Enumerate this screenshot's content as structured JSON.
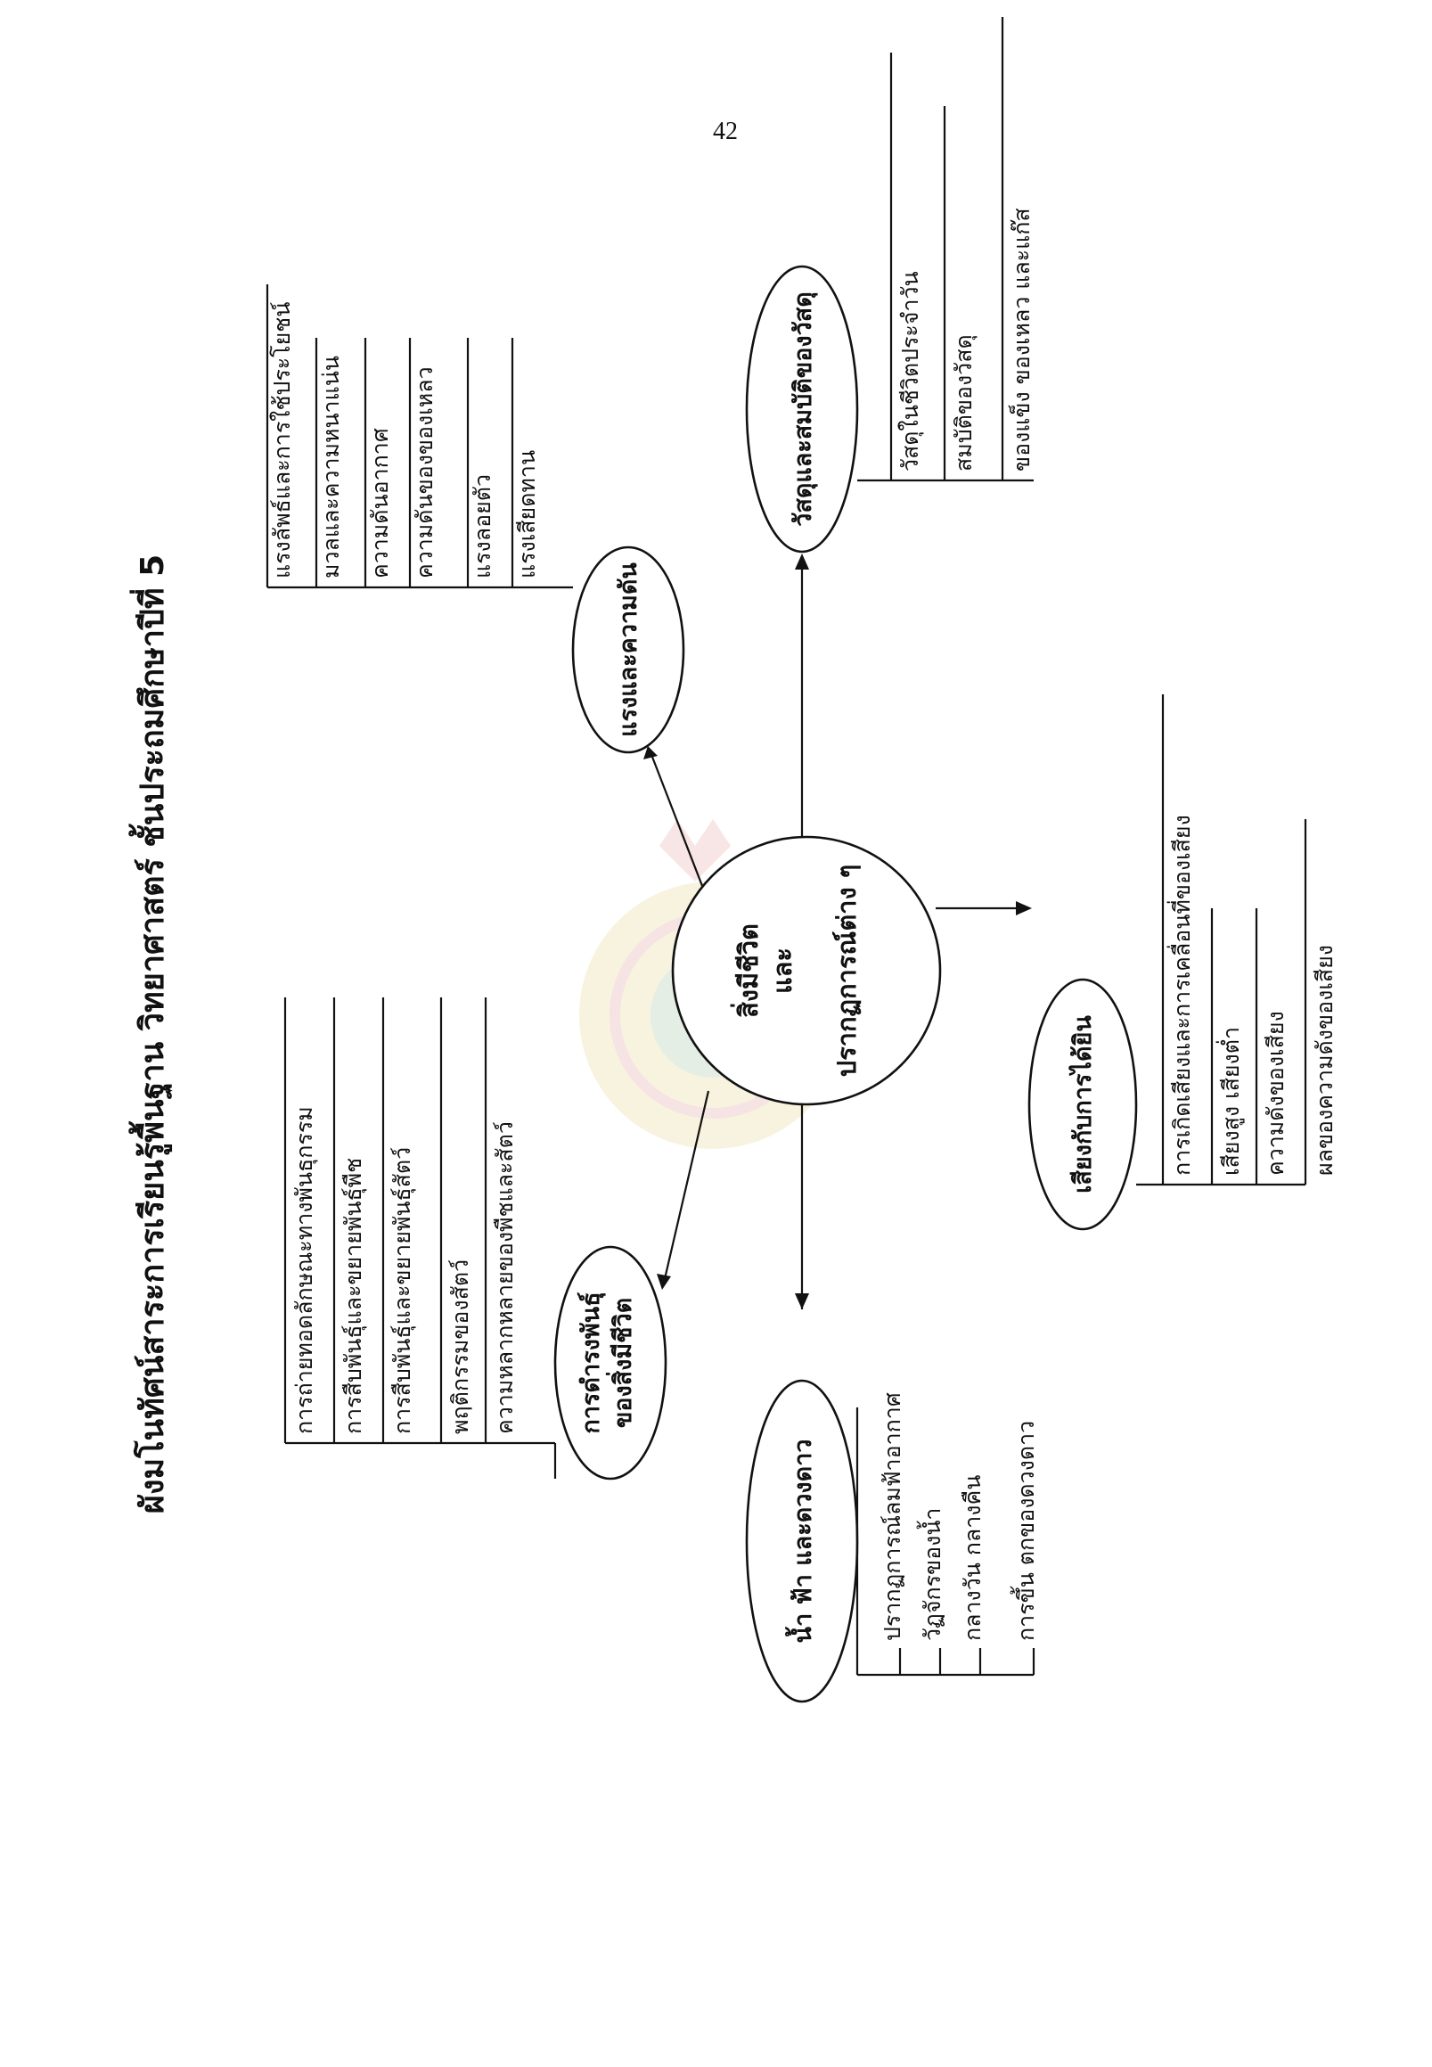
{
  "page_number": "42",
  "title": "ผังมโนทัศน์สาระการเรียนรู้พื้นฐาน วิทยาศาสตร์ ชั้นประถมศึกษาปีที่ 5",
  "center": {
    "line1": "สิ่งมีชีวิต",
    "line2": "และ",
    "line3": "ปรากฏการณ์ต่าง ๆ"
  },
  "nodes": {
    "sky": {
      "label": "น้ำ ฟ้า และดวงดาว",
      "items": [
        "ปรากฏการณ์ลมฟ้าอากาศ",
        "วัฏจักรของน้ำ",
        "กลางวัน กลางคืน",
        "การขึ้น ตกของดวงดาว"
      ]
    },
    "reproduction": {
      "line1": "การดำรงพันธุ์",
      "line2": "ของสิ่งมีชีวิต",
      "items": [
        "การถ่ายทอดลักษณะทางพันธุกรรม",
        "การสืบพันธุ์และขยายพันธุ์พืช",
        "การสืบพันธุ์และขยายพันธุ์สัตว์",
        "พฤติกรรมของสัตว์",
        "ความหลากหลายของพืชและสัตว์"
      ]
    },
    "force": {
      "label": "แรงและความดัน",
      "items": [
        "แรงลัพธ์และการใช้ประโยชน์",
        "มวลและความหนาแน่น",
        "ความดันอากาศ",
        "ความดันของของเหลว",
        "แรงลอยตัว",
        "แรงเสียดทาน"
      ]
    },
    "material": {
      "label": "วัสดุและสมบัติของวัสดุ",
      "items": [
        "วัสดุในชีวิตประจำวัน",
        "สมบัติของวัสดุ",
        "ของแข็ง ของเหลว และแก๊ส"
      ]
    },
    "sound": {
      "label": "เสียงกับการได้ยิน",
      "items": [
        "การเกิดเสียงและการเคลื่อนที่ของเสียง",
        "เสียงสูง เสียงต่ำ",
        "ความดังของเสียง",
        "ผลของความดังของเสียง"
      ]
    }
  }
}
